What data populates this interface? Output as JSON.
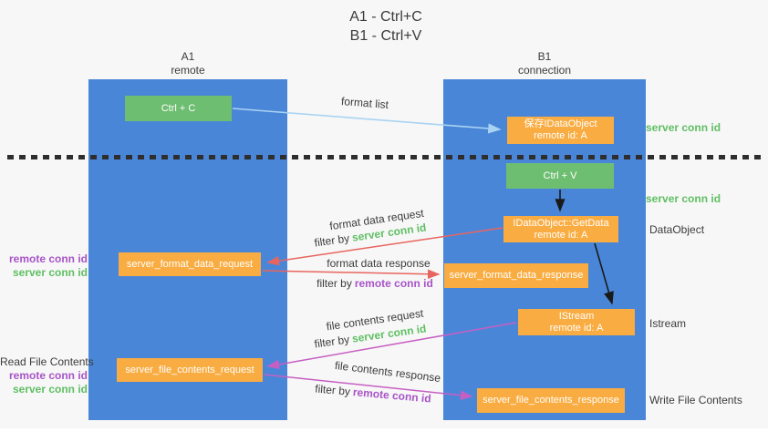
{
  "title": {
    "line1": "A1 - Ctrl+C",
    "line2": "B1 - Ctrl+V"
  },
  "lanes": {
    "left": {
      "name": "A1",
      "role": "remote"
    },
    "right": {
      "name": "B1",
      "role": "connection"
    }
  },
  "nodes": {
    "ctrl_c": "Ctrl + C",
    "save_obj_l1": "保存IDataObject",
    "save_obj_l2": "remote id: A",
    "ctrl_v": "Ctrl + V",
    "getdata_l1": "IDataObject::GetData",
    "getdata_l2": "remote id: A",
    "format_request": "server_format_data_request",
    "format_response": "server_format_data_response",
    "istream_l1": "IStream",
    "istream_l2": "remote id: A",
    "file_request": "server_file_contents_request",
    "file_response": "server_file_contents_response"
  },
  "side_labels": {
    "server_conn_id_top": "server conn id",
    "server_conn_id_mid": "server conn id",
    "dataobject": "DataObject",
    "istream": "Istream",
    "write_file_contents": "Write File Contents",
    "read_file_contents": "Read File Contents",
    "remote_conn_id_1": "remote conn id",
    "server_conn_id_left_1": "server conn id",
    "remote_conn_id_2": "remote conn id",
    "server_conn_id_left_2": "server conn id"
  },
  "arrow_labels": {
    "format_list": "format list",
    "format_data_request": "format data request",
    "filter_by_1": "filter by",
    "filter_value_1": "server conn id",
    "format_data_response": "format data response",
    "filter_by_2": "filter by",
    "filter_value_2": "remote conn id",
    "file_contents_request": "file contents request",
    "filter_by_3": "filter by",
    "filter_value_3": "server conn id",
    "file_contents_response": "file contents response",
    "filter_by_4": "filter by",
    "filter_value_4": "remote conn id"
  },
  "colors": {
    "lane_blue": "#4A86D8",
    "node_green": "#6EBE71",
    "node_orange": "#F9AC41",
    "arrow_red": "#E8655F",
    "arrow_magenta": "#C75FC3",
    "arrow_light_blue": "#A9D3F2",
    "arrow_black": "#1a1a1a",
    "text_green": "#5FBF63",
    "text_purple": "#A854C7",
    "text_dark": "#3C3C3C"
  }
}
